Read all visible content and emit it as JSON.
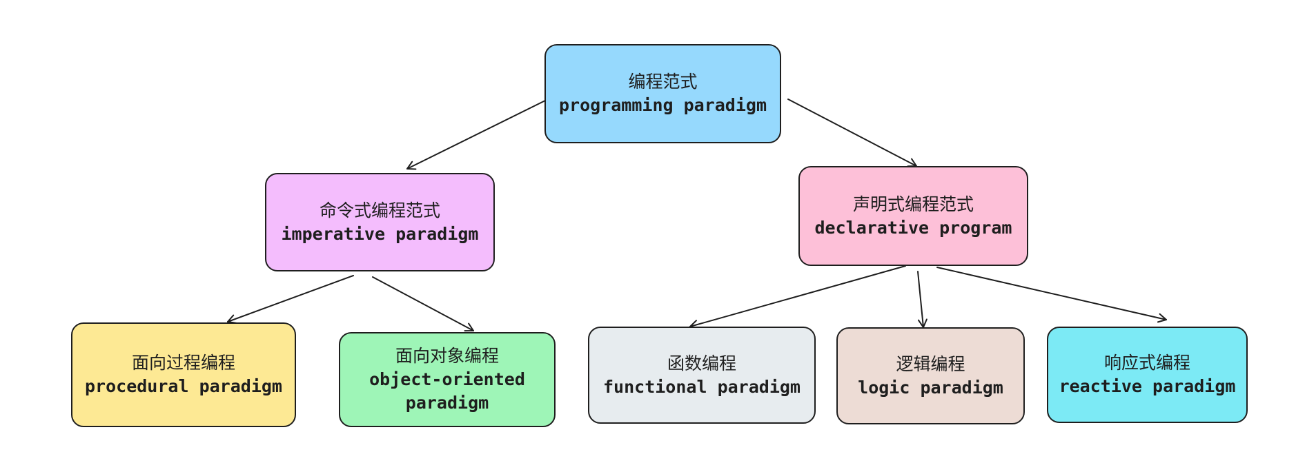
{
  "diagram": {
    "nodes": [
      {
        "id": "root",
        "zh": "编程范式",
        "en": "programming paradigm",
        "color": "#96d9fd"
      },
      {
        "id": "imperative",
        "zh": "命令式编程范式",
        "en": "imperative paradigm",
        "color": "#f4bdfd"
      },
      {
        "id": "declarative",
        "zh": "声明式编程范式",
        "en": "declarative program",
        "color": "#fdc0d8"
      },
      {
        "id": "procedural",
        "zh": "面向过程编程",
        "en": "procedural paradigm",
        "color": "#fde994"
      },
      {
        "id": "object-oriented",
        "zh": "面向对象编程",
        "en": "object-oriented paradigm",
        "color": "#9ef5b7"
      },
      {
        "id": "functional",
        "zh": "函数编程",
        "en": "functional paradigm",
        "color": "#e7ecef"
      },
      {
        "id": "logic",
        "zh": "逻辑编程",
        "en": "logic paradigm",
        "color": "#eddcd5"
      },
      {
        "id": "reactive",
        "zh": "响应式编程",
        "en": "reactive paradigm",
        "color": "#7ceaf5"
      }
    ],
    "edges": [
      {
        "from": "root",
        "to": "imperative"
      },
      {
        "from": "root",
        "to": "declarative"
      },
      {
        "from": "imperative",
        "to": "procedural"
      },
      {
        "from": "imperative",
        "to": "object-oriented"
      },
      {
        "from": "declarative",
        "to": "functional"
      },
      {
        "from": "declarative",
        "to": "logic"
      },
      {
        "from": "declarative",
        "to": "reactive"
      }
    ]
  }
}
